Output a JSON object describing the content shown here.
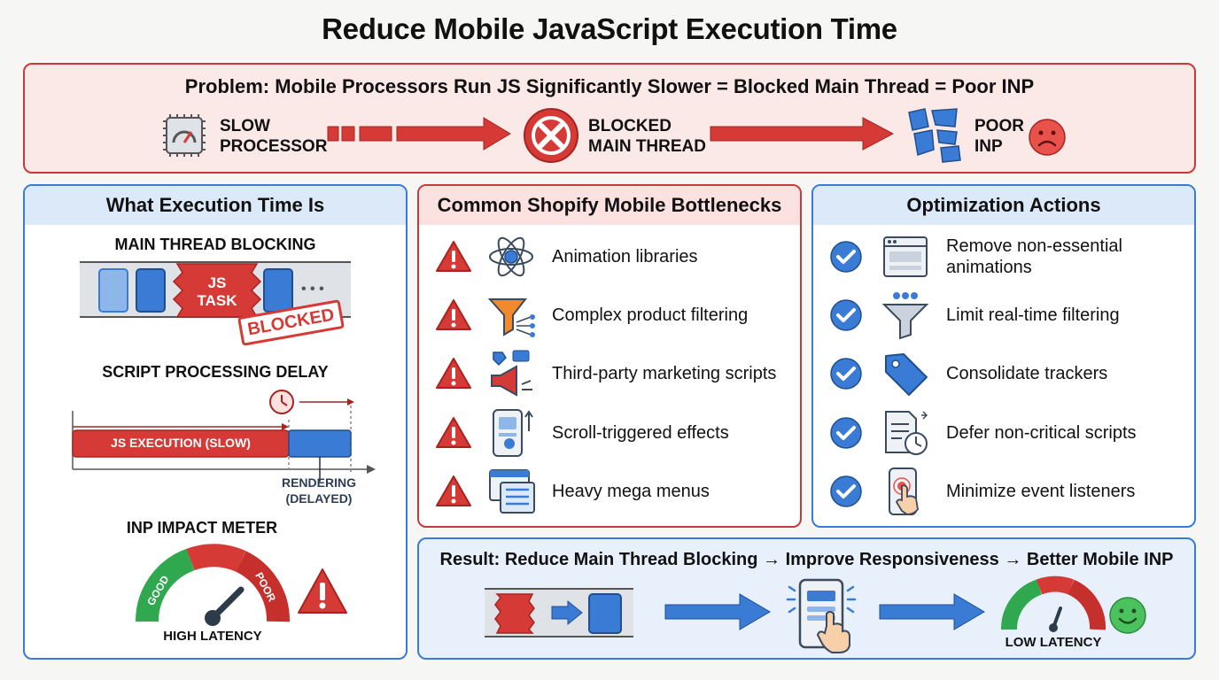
{
  "title": "Reduce Mobile JavaScript Execution Time",
  "problem": {
    "headline": "Problem: Mobile Processors Run JS Significantly Slower = Blocked Main Thread = Poor INP",
    "steps": [
      {
        "line1": "SLOW",
        "line2": "PROCESSOR",
        "icon": "cpu-gauge-icon"
      },
      {
        "line1": "BLOCKED",
        "line2": "MAIN THREAD",
        "icon": "blocked-x-icon"
      },
      {
        "line1": "POOR",
        "line2": "INP",
        "icon": "broken-screen-icon"
      }
    ]
  },
  "execution": {
    "title": "What Execution Time Is",
    "blocking_label": "MAIN THREAD BLOCKING",
    "js_task_line1": "JS",
    "js_task_line2": "TASK",
    "ellipsis": "• • •",
    "blocked_stamp": "BLOCKED",
    "delay_label": "SCRIPT PROCESSING DELAY",
    "js_execution": "JS EXECUTION (SLOW)",
    "rendering_line1": "RENDERING",
    "rendering_line2": "(DELAYED)",
    "meter_label": "INP IMPACT METER",
    "good": "GOOD",
    "poor": "POOR",
    "latency": "HIGH LATENCY"
  },
  "bottlenecks": {
    "title": "Common Shopify Mobile Bottlenecks",
    "items": [
      {
        "label": "Animation libraries",
        "icon": "atom-icon"
      },
      {
        "label": "Complex product filtering",
        "icon": "funnel-icon"
      },
      {
        "label": "Third-party marketing scripts",
        "icon": "megaphone-icon"
      },
      {
        "label": "Scroll-triggered effects",
        "icon": "phone-scroll-icon"
      },
      {
        "label": "Heavy mega menus",
        "icon": "mega-menu-icon"
      }
    ]
  },
  "actions": {
    "title": "Optimization Actions",
    "items": [
      {
        "line1": "Remove non-essential",
        "line2": "animations",
        "icon": "browser-window-icon"
      },
      {
        "line1": "Limit real-time filtering",
        "line2": "",
        "icon": "filter-icon"
      },
      {
        "line1": "Consolidate trackers",
        "line2": "",
        "icon": "tag-icon"
      },
      {
        "line1": "Defer non-critical scripts",
        "line2": "",
        "icon": "document-clock-icon"
      },
      {
        "line1": "Minimize event listeners",
        "line2": "",
        "icon": "phone-tap-icon"
      }
    ]
  },
  "result": {
    "headline": "Result: Reduce Main Thread Blocking → Improve Responsiveness → Better Mobile INP",
    "latency": "LOW LATENCY"
  },
  "colors": {
    "red": "#d63a36",
    "blue": "#3a7bd5",
    "green": "#2fa84f"
  }
}
